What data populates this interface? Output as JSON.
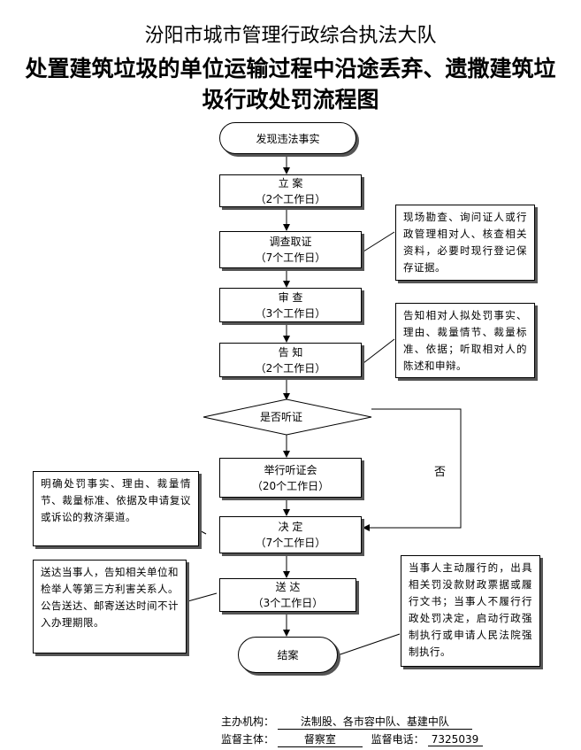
{
  "header": {
    "title_line1": "汾阳市城市管理行政综合执法大队",
    "title_line2": "处置建筑垃圾的单位运输过程中沿途丢弃、遗撒建筑垃",
    "title_line3": "圾行政处罚流程图"
  },
  "flow": {
    "start": "发现违法事实",
    "step_register": {
      "title": "立  案",
      "duration": "（2个工作日）"
    },
    "step_investigate": {
      "title": "调查取证",
      "duration": "（7个工作日）"
    },
    "step_review": {
      "title": "审  查",
      "duration": "（3个工作日）"
    },
    "step_notify": {
      "title": "告  知",
      "duration": "（2个工作日）"
    },
    "decision_hearing": "是否听证",
    "step_hearing": {
      "title": "举行听证会",
      "duration": "（20个工作日）"
    },
    "step_decide": {
      "title": "决  定",
      "duration": "（7个工作日）"
    },
    "step_deliver": {
      "title": "送  达",
      "duration": "（3个工作日）"
    },
    "end": "结案",
    "no_label": "否"
  },
  "notes": {
    "investigate_note": "现场勘查、询问证人或行政管理相对人、核查相关资料，必要时现行登记保存证据。",
    "notify_note": "告知相对人拟处罚事实、理由、裁量情节、裁量标准、依据；听取相对人的陈述和申辩。",
    "decide_note": "明确处罚事实、理由、裁量情节、裁量标准、依据及申请复议或诉讼的救济渠道。",
    "deliver_note": "送达当事人，告知相关单位和检举人等第三方利害关系人。公告送达、邮寄送达时间不计入办理期限。",
    "end_note": "当事人主动履行的，出具相关罚没款财政票据或履行文书；当事人不履行行政处罚决定，启动行政强制执行或申请人民法院强制执行。"
  },
  "footer": {
    "org_label": "主办机构：",
    "org_value": "法制股、各市容中队、基建中队",
    "supervisor_label": "监督主体：",
    "supervisor_value": "督察室",
    "phone_label": "监督电话：",
    "phone_value": "7325039"
  }
}
